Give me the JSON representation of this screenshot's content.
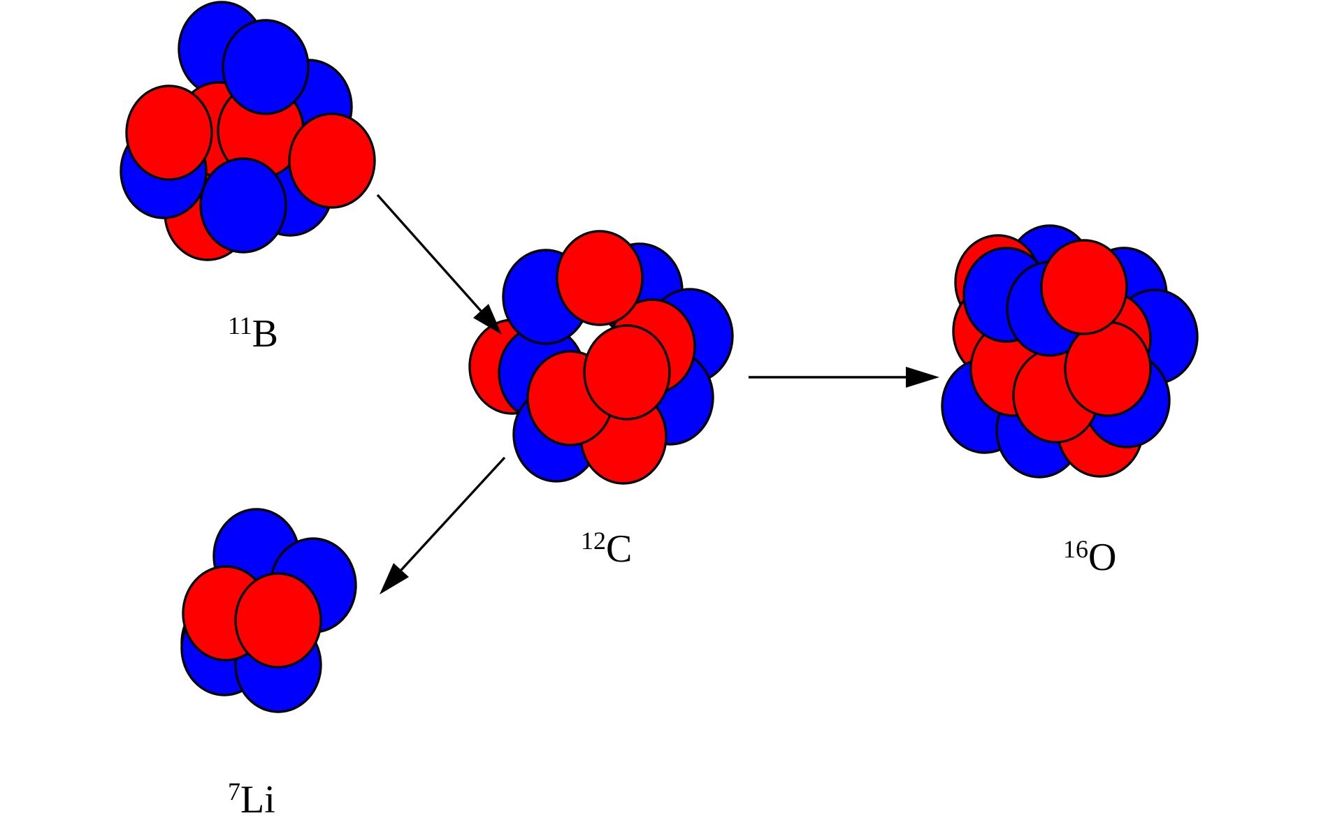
{
  "colors": {
    "proton": "#ff0000",
    "neutron": "#0000ff",
    "outline": "#000000",
    "background": "#ffffff"
  },
  "nuclei": [
    {
      "id": "b11",
      "mass": "11",
      "symbol": "B"
    },
    {
      "id": "c12",
      "mass": "12",
      "symbol": "C"
    },
    {
      "id": "o16",
      "mass": "16",
      "symbol": "O"
    },
    {
      "id": "li7",
      "mass": "7",
      "symbol": "Li"
    }
  ],
  "arrows": [
    {
      "from": "b11",
      "to": "c12"
    },
    {
      "from": "c12",
      "to": "o16"
    },
    {
      "from": "c12",
      "to": "li7"
    }
  ]
}
